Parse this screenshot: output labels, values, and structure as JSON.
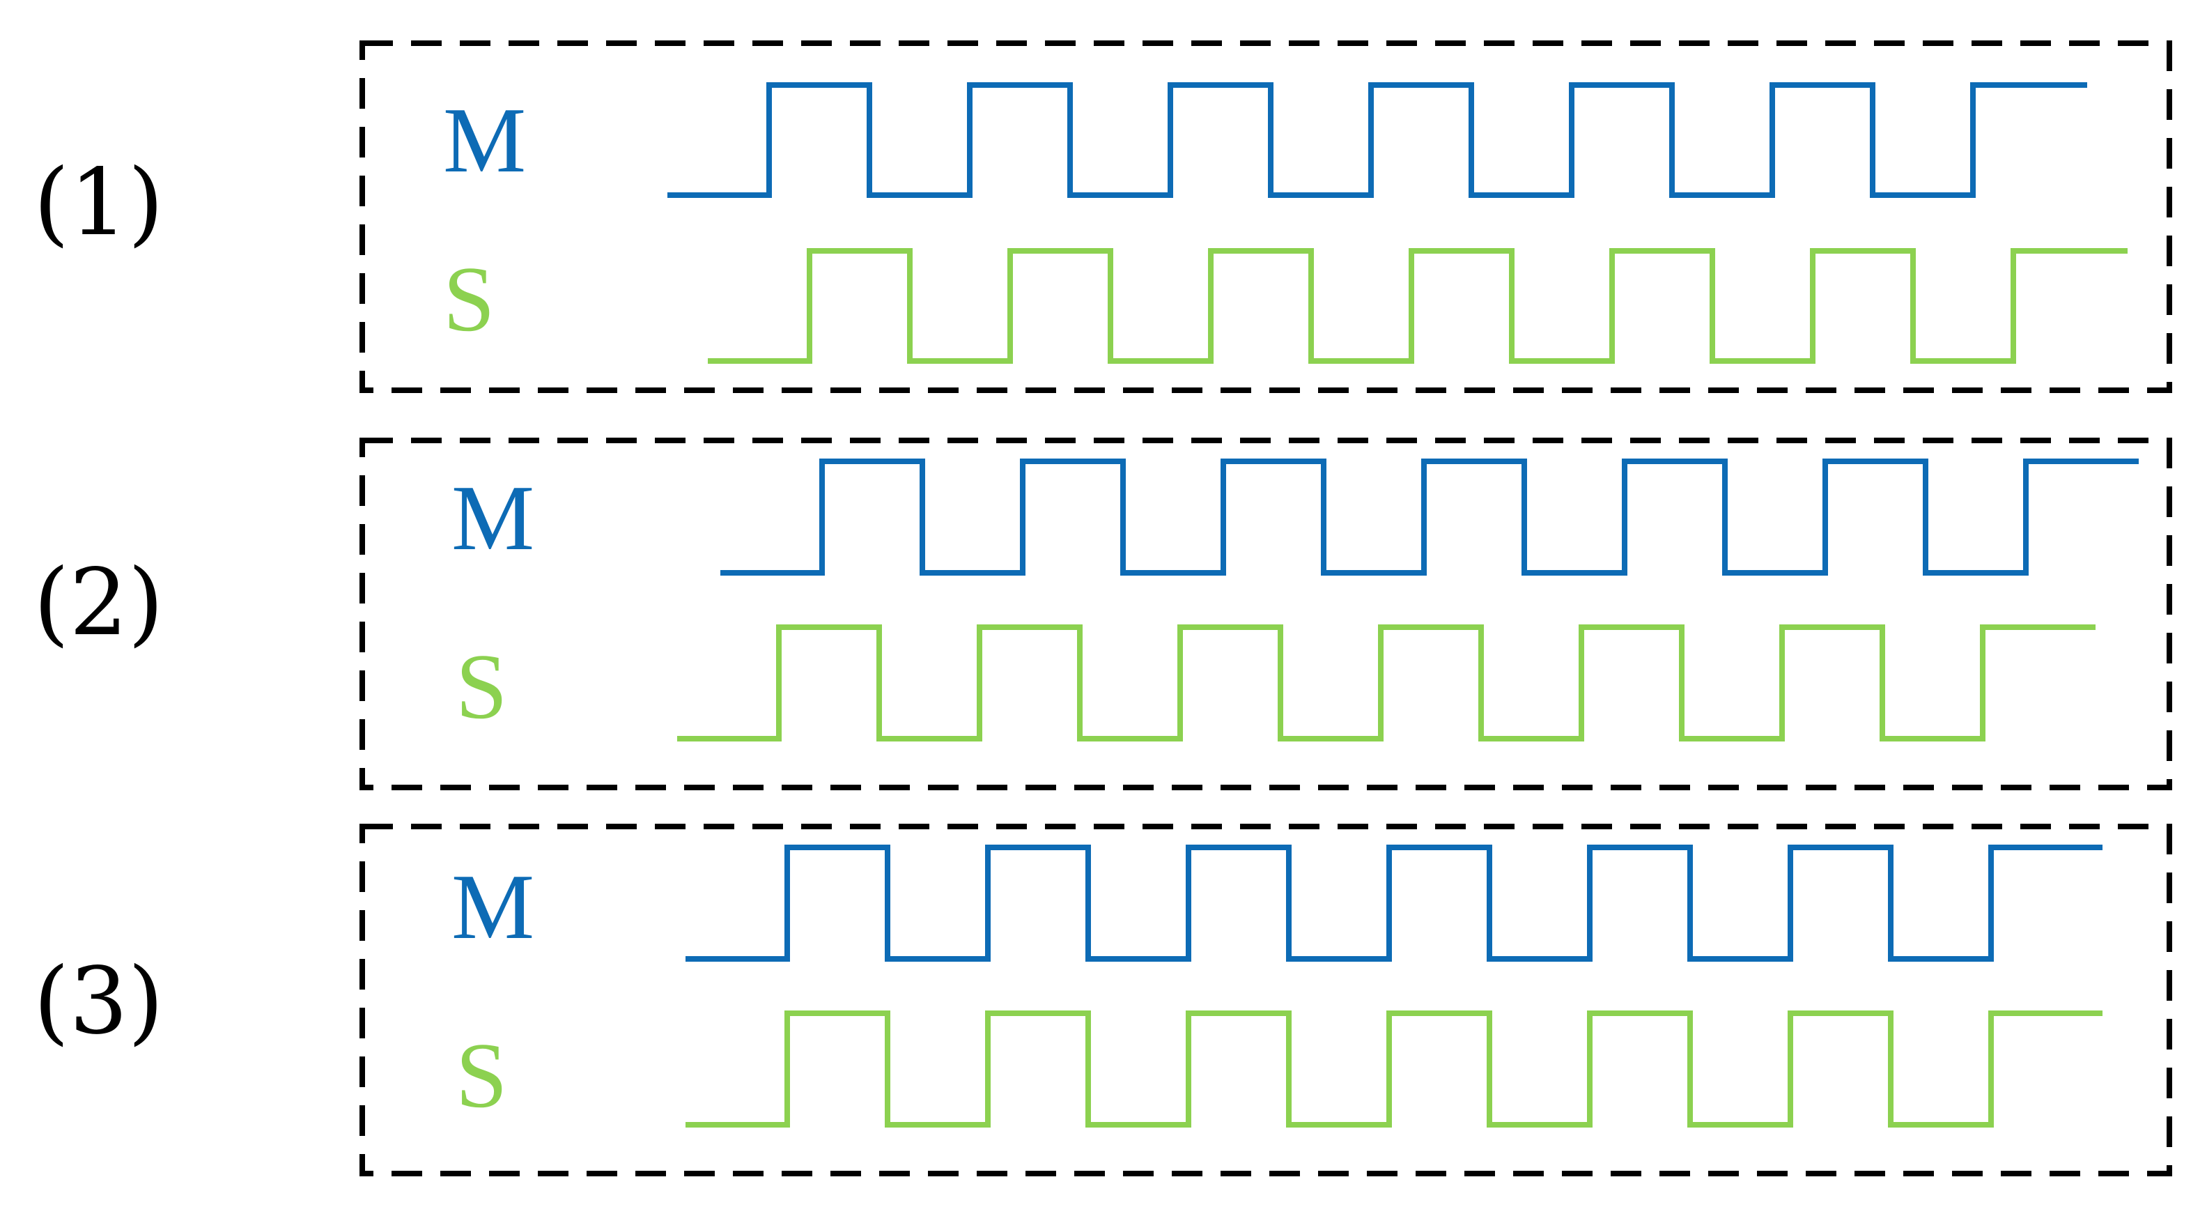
{
  "colors": {
    "master": "#0d6bb5",
    "slave": "#8cd150",
    "border": "#000000",
    "background": "#ffffff"
  },
  "panels": [
    {
      "label": "(1)",
      "signals": [
        {
          "name": "M",
          "role": "master"
        },
        {
          "name": "S",
          "role": "slave"
        }
      ]
    },
    {
      "label": "(2)",
      "signals": [
        {
          "name": "M",
          "role": "master"
        },
        {
          "name": "S",
          "role": "slave"
        }
      ]
    },
    {
      "label": "(3)",
      "signals": [
        {
          "name": "M",
          "role": "master"
        },
        {
          "name": "S",
          "role": "slave"
        }
      ]
    }
  ]
}
